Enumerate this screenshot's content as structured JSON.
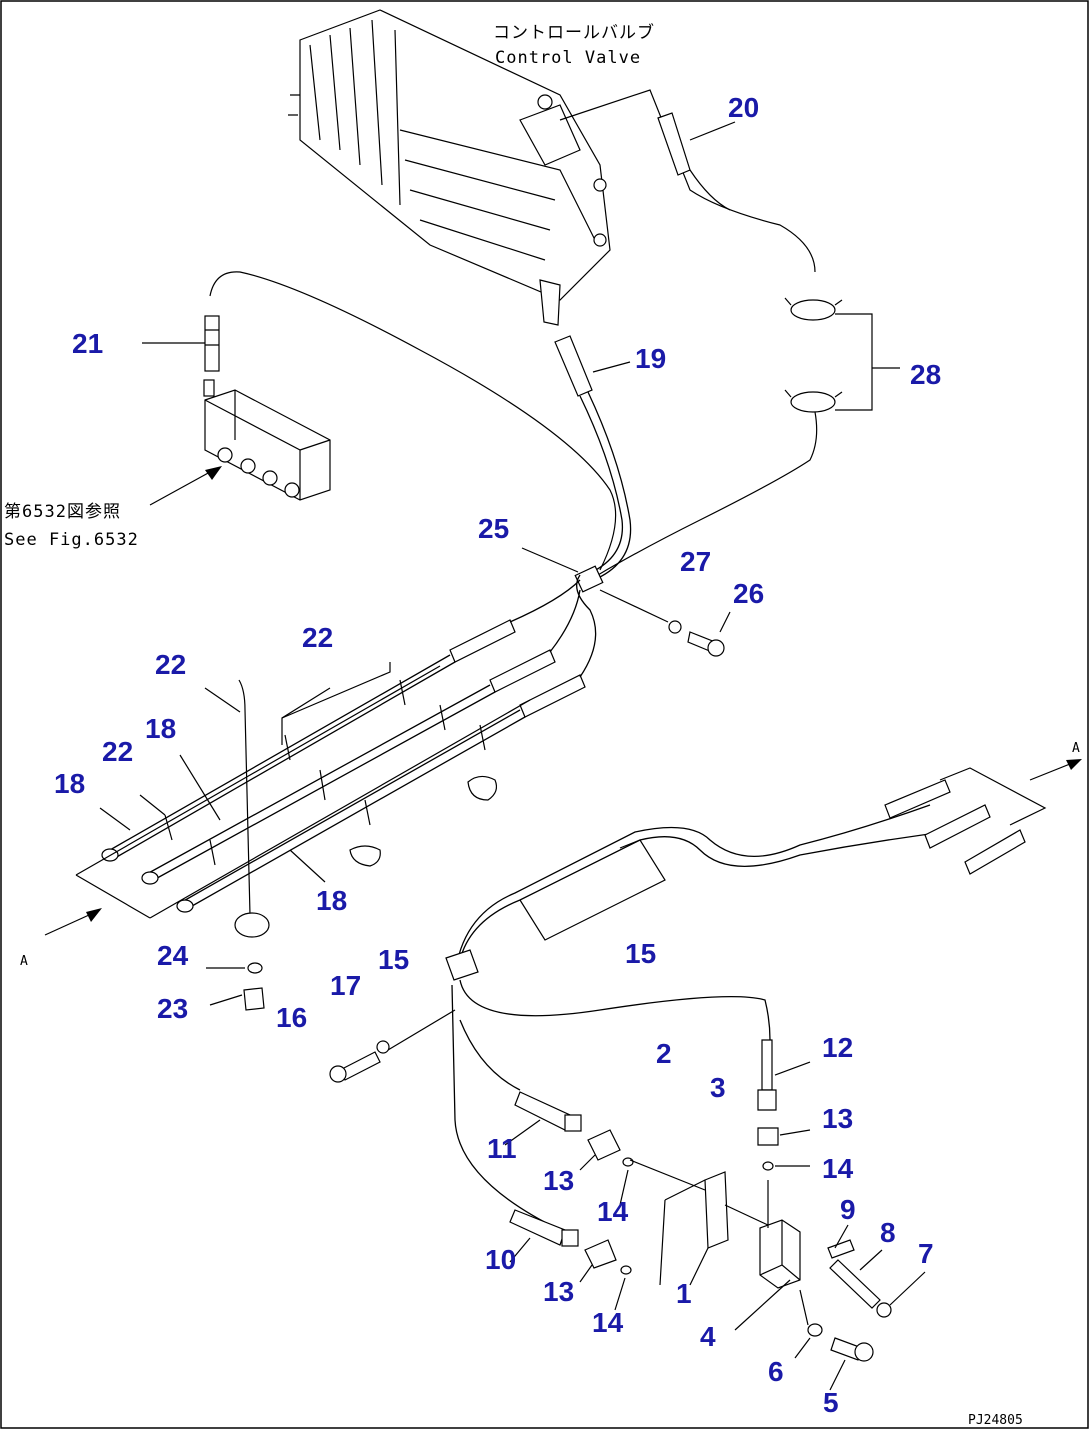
{
  "annotations": {
    "control_valve_jp": "コントロールバルブ",
    "control_valve_en": "Control Valve",
    "see_fig_jp": "第6532図参照",
    "see_fig_en": "See Fig.6532",
    "arrow_a_left": "A",
    "arrow_a_right": "A",
    "drawing_code": "PJ24805"
  },
  "callouts": {
    "c1": "1",
    "c2": "2",
    "c3": "3",
    "c4": "4",
    "c5": "5",
    "c6": "6",
    "c7": "7",
    "c8": "8",
    "c9": "9",
    "c10": "10",
    "c11": "11",
    "c12": "12",
    "c13a": "13",
    "c13b": "13",
    "c13c": "13",
    "c14a": "14",
    "c14b": "14",
    "c14c": "14",
    "c15a": "15",
    "c15b": "15",
    "c16": "16",
    "c17": "17",
    "c18a": "18",
    "c18b": "18",
    "c18c": "18",
    "c19": "19",
    "c20": "20",
    "c21": "21",
    "c22a": "22",
    "c22b": "22",
    "c22c": "22",
    "c23": "23",
    "c24": "24",
    "c25": "25",
    "c26": "26",
    "c27": "27",
    "c28": "28"
  }
}
